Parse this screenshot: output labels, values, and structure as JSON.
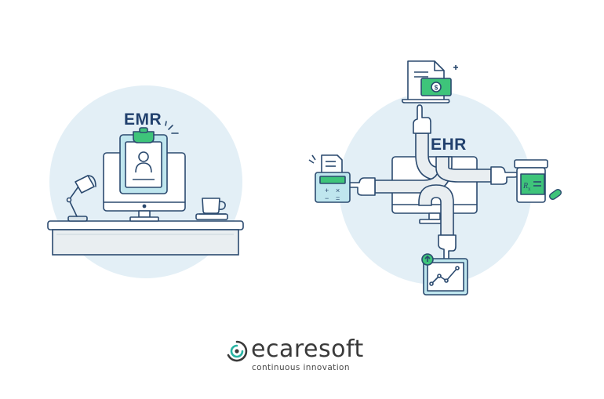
{
  "emr": {
    "label": "EMR"
  },
  "ehr": {
    "label": "EHR"
  },
  "brand": {
    "name": "ecaresoft",
    "tagline": "continuous innovation"
  },
  "icons": [
    "desk-lamp-icon",
    "clipboard-icon",
    "monitor-icon",
    "coffee-cup-icon",
    "invoice-dollar-icon",
    "calculator-icon",
    "prescription-bottle-icon",
    "pill-icon",
    "trend-chart-icon",
    "pointing-hand-icon",
    "ecaresoft-logo-icon"
  ],
  "colors": {
    "navy": "#21406d",
    "outline": "#2b4a6f",
    "circle": "#e3eff6",
    "green": "#3ec47a",
    "teal": "#bfe6ee",
    "gray": "#e9eef1"
  }
}
